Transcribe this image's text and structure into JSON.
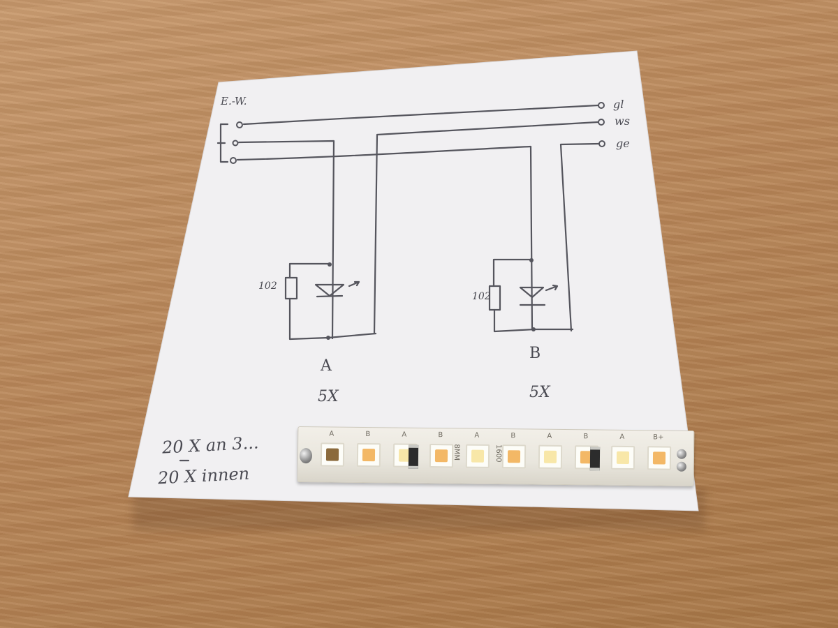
{
  "diagram": {
    "label_top_left": "E.-W.",
    "terminal_right_1": "gl",
    "terminal_right_2": "ws",
    "terminal_right_3": "ge",
    "resistor_a": "102",
    "resistor_b": "102",
    "group_a": "A",
    "group_b": "B",
    "count_a": "5X",
    "count_b": "5X",
    "note_line_1": "20 X an 3...",
    "note_line_2": "20 X innen"
  },
  "led_strip": {
    "cells": [
      {
        "pad": "A",
        "tone": "warm-dark"
      },
      {
        "pad": "B",
        "tone": "warm"
      },
      {
        "pad": "A",
        "tone": "cool"
      },
      {
        "pad": "B",
        "tone": "warm"
      },
      {
        "pad": "A",
        "tone": "cool"
      },
      {
        "pad": "B",
        "tone": "warm"
      },
      {
        "pad": "A",
        "tone": "cool"
      },
      {
        "pad": "B",
        "tone": "warm"
      },
      {
        "pad": "A",
        "tone": "cool"
      },
      {
        "pad": "B+",
        "tone": "warm"
      }
    ],
    "print_1": "8MM",
    "print_2": "1600"
  },
  "colors": {
    "table": "#b9875a",
    "paper": "#f1f0f2",
    "pencil": "#4a4a52",
    "led_warm": "#f3b866",
    "led_cool": "#f8e7a8"
  }
}
